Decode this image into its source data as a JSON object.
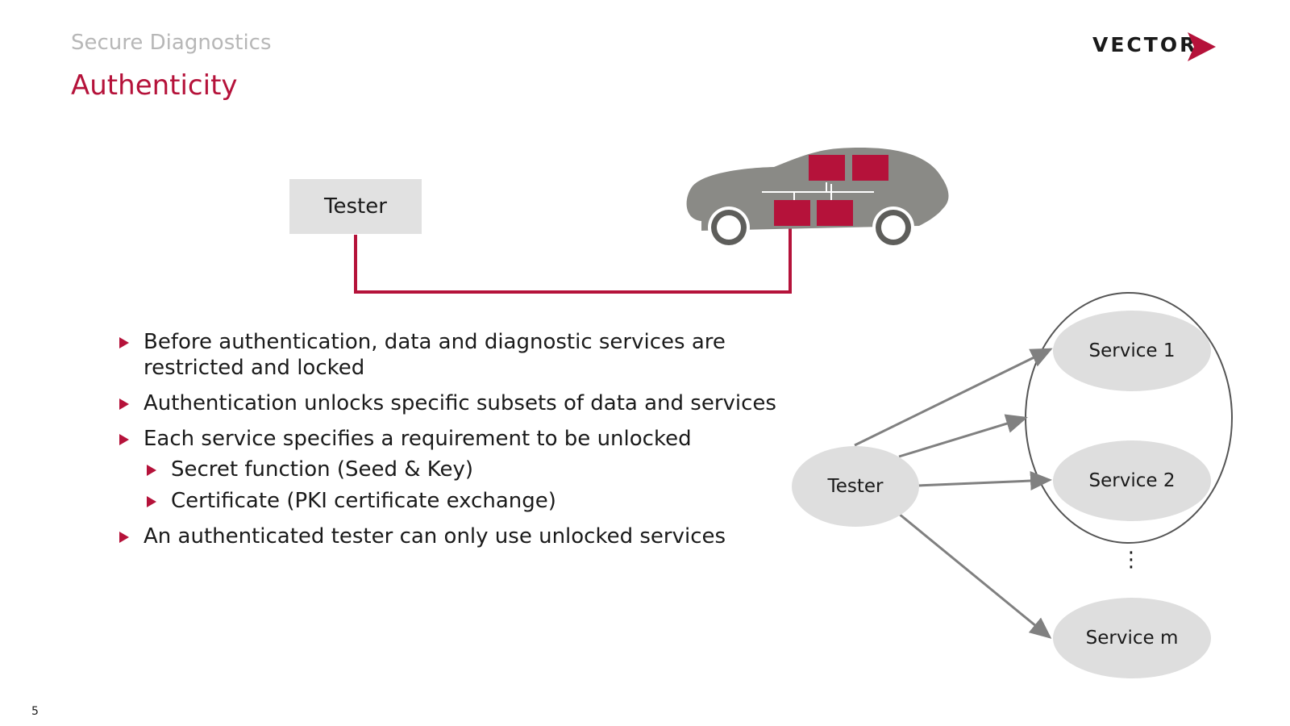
{
  "header": {
    "subtitle": "Secure Diagnostics",
    "title": "Authenticity",
    "logo_text": "VECTOR"
  },
  "top_diagram": {
    "tester_label": "Tester"
  },
  "bullets": [
    {
      "text": "Before authentication, data and diagnostic services are restricted and locked"
    },
    {
      "text": "Authentication unlocks specific subsets of data and services"
    },
    {
      "text": "Each service specifies a requirement to be unlocked"
    },
    {
      "text": "Secret function (Seed & Key)"
    },
    {
      "text": "Certificate (PKI certificate exchange)"
    },
    {
      "text": "An authenticated tester can only use unlocked services"
    }
  ],
  "service_diagram": {
    "tester_label": "Tester",
    "services": [
      "Service 1",
      "Service 2",
      "Service m"
    ],
    "ellipsis": "⋮"
  },
  "footer": {
    "page_number": "5"
  },
  "colors": {
    "accent": "#b5123a",
    "car_gray": "#8a8a86",
    "bubble_gray": "#dedede",
    "muted_text": "#b7b7b7"
  }
}
